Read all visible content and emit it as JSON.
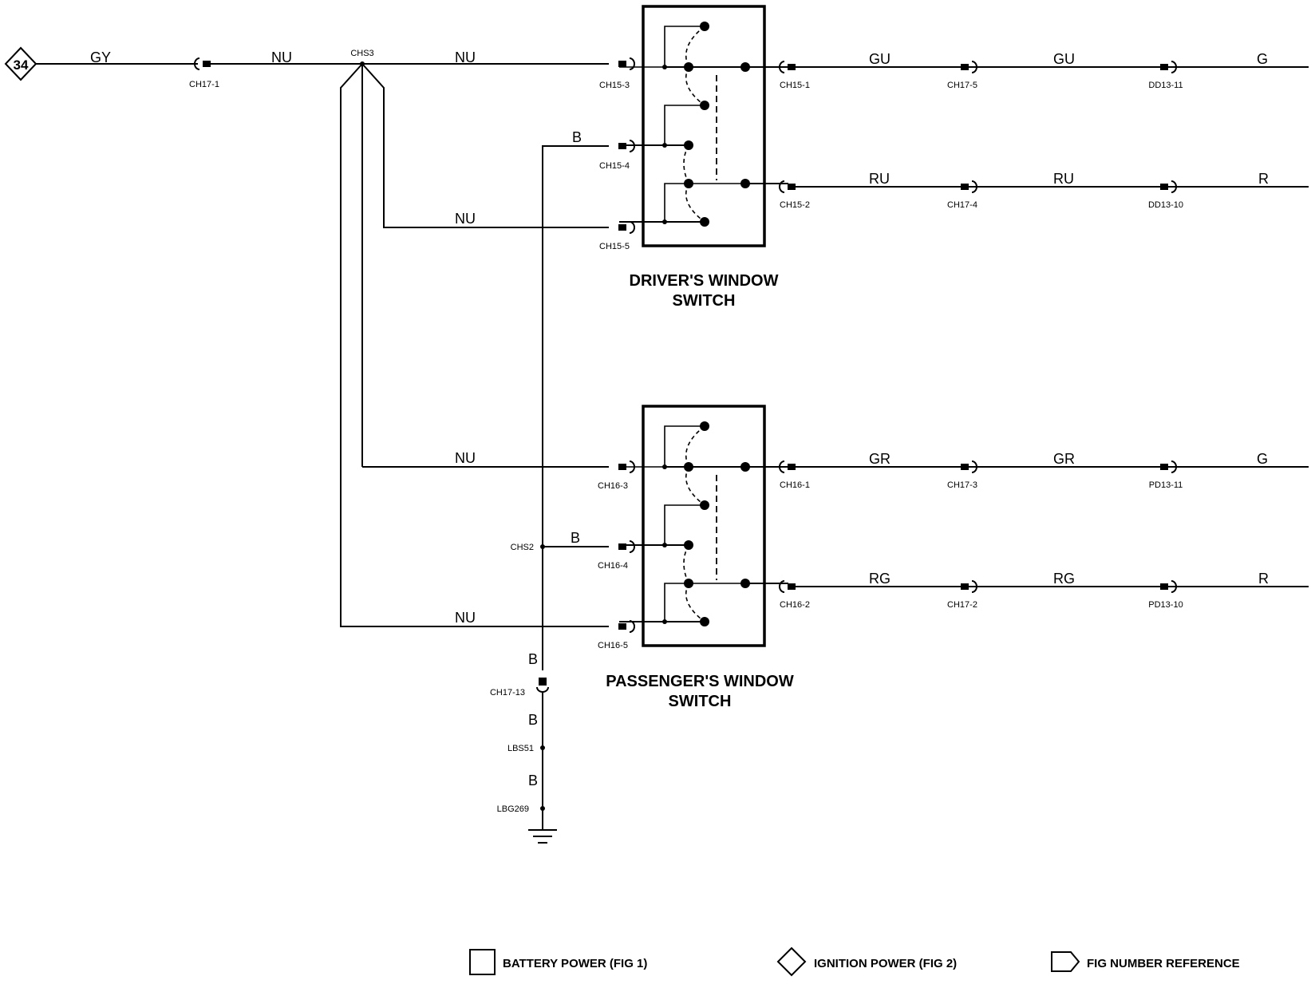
{
  "fig_ref": "34",
  "wires": {
    "gy": "GY",
    "nu_a": "NU",
    "nu_b": "NU",
    "nu_c": "NU",
    "nu_d": "NU",
    "nu_e": "NU",
    "b_d": "B",
    "b_p": "B",
    "b_g1": "B",
    "b_g2": "B",
    "b_g3": "B",
    "d_up_1": "GU",
    "d_up_2": "GU",
    "d_up_3": "G",
    "d_dn_1": "RU",
    "d_dn_2": "RU",
    "d_dn_3": "R",
    "p_up_1": "GR",
    "p_up_2": "GR",
    "p_up_3": "G",
    "p_dn_1": "RG",
    "p_dn_2": "RG",
    "p_dn_3": "R"
  },
  "connectors": {
    "ch17_1": "CH17-1",
    "chs3": "CHS3",
    "ch15_3": "CH15-3",
    "ch15_4": "CH15-4",
    "ch15_5": "CH15-5",
    "ch15_1": "CH15-1",
    "ch15_2": "CH15-2",
    "ch17_5": "CH17-5",
    "ch17_4": "CH17-4",
    "dd13_11": "DD13-11",
    "dd13_10": "DD13-10",
    "ch16_3": "CH16-3",
    "ch16_4": "CH16-4",
    "ch16_5": "CH16-5",
    "ch16_1": "CH16-1",
    "ch16_2": "CH16-2",
    "ch17_3": "CH17-3",
    "ch17_2": "CH17-2",
    "pd13_11": "PD13-11",
    "pd13_10": "PD13-10",
    "chs2": "CHS2",
    "ch17_13": "CH17-13",
    "lbs51": "LBS51",
    "lbg269": "LBG269"
  },
  "components": {
    "driver_line1": "DRIVER'S WINDOW",
    "driver_line2": "SWITCH",
    "passenger_line1": "PASSENGER'S WINDOW",
    "passenger_line2": "SWITCH"
  },
  "legend": {
    "battery": "BATTERY POWER (FIG 1)",
    "ignition": "IGNITION POWER (FIG 2)",
    "fig_ref": "FIG NUMBER REFERENCE"
  }
}
